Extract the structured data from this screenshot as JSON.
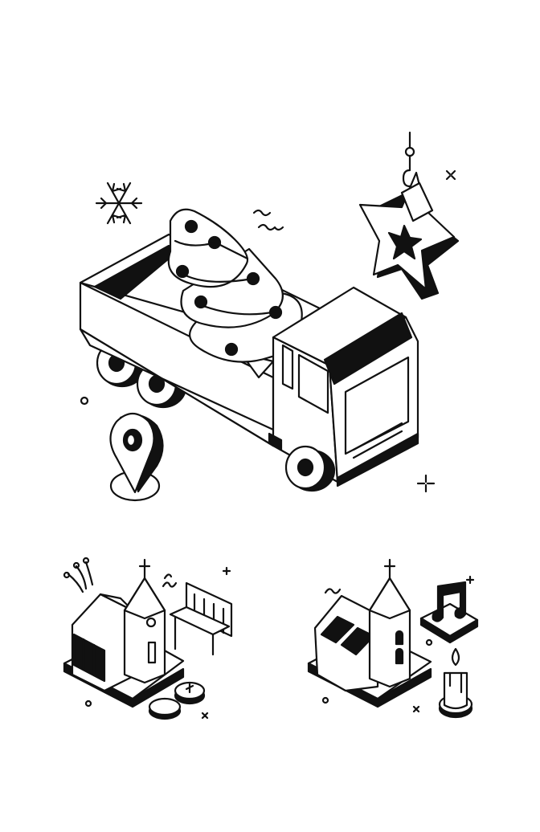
{
  "illustration": {
    "scenes": [
      "truck-with-christmas-tree",
      "church-with-bench",
      "church-with-candle"
    ],
    "colors": {
      "background": "#ffffff",
      "ink": "#111111"
    }
  }
}
